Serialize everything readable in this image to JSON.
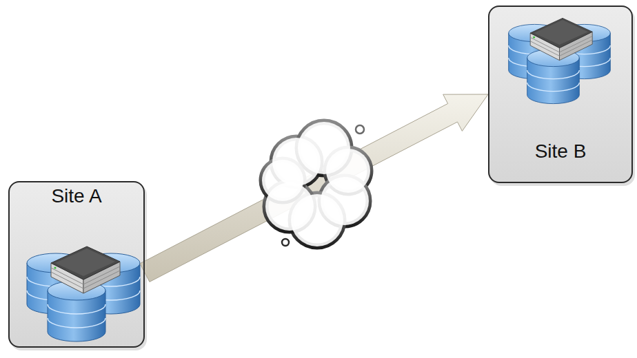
{
  "diagram": {
    "nodes": [
      {
        "text": [
          "Site A"
        ]
      },
      {
        "text": [
          "Site B"
        ]
      }
    ],
    "edges": [
      {
        "from": 0,
        "to": 1,
        "arrow": "to"
      }
    ]
  }
}
